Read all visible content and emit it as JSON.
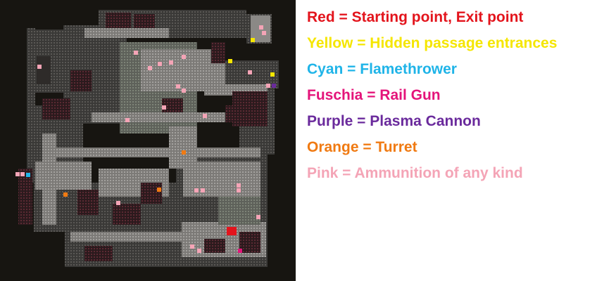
{
  "legend": {
    "items": [
      {
        "key": "red",
        "text": "Red = Starting point, Exit point",
        "color": "#e3141c"
      },
      {
        "key": "yellow",
        "text": "Yellow = Hidden passage entrances",
        "color": "#f5e600"
      },
      {
        "key": "cyan",
        "text": "Cyan = Flamethrower",
        "color": "#1fb4e8"
      },
      {
        "key": "fuschia",
        "text": "Fuschia = Rail Gun",
        "color": "#e4147a"
      },
      {
        "key": "purple",
        "text": "Purple = Plasma Cannon",
        "color": "#6a2a9c"
      },
      {
        "key": "orange",
        "text": "Orange = Turret",
        "color": "#f07a12"
      },
      {
        "key": "pink",
        "text": "Pink = Ammunition of any kind",
        "color": "#f4a4b6"
      }
    ]
  },
  "colors": {
    "panel_bg": "#171511",
    "wall": "#4a4846",
    "floor": "#7e7c79",
    "floor_light": "#9a9895",
    "dark_room": "#3a1c22"
  }
}
